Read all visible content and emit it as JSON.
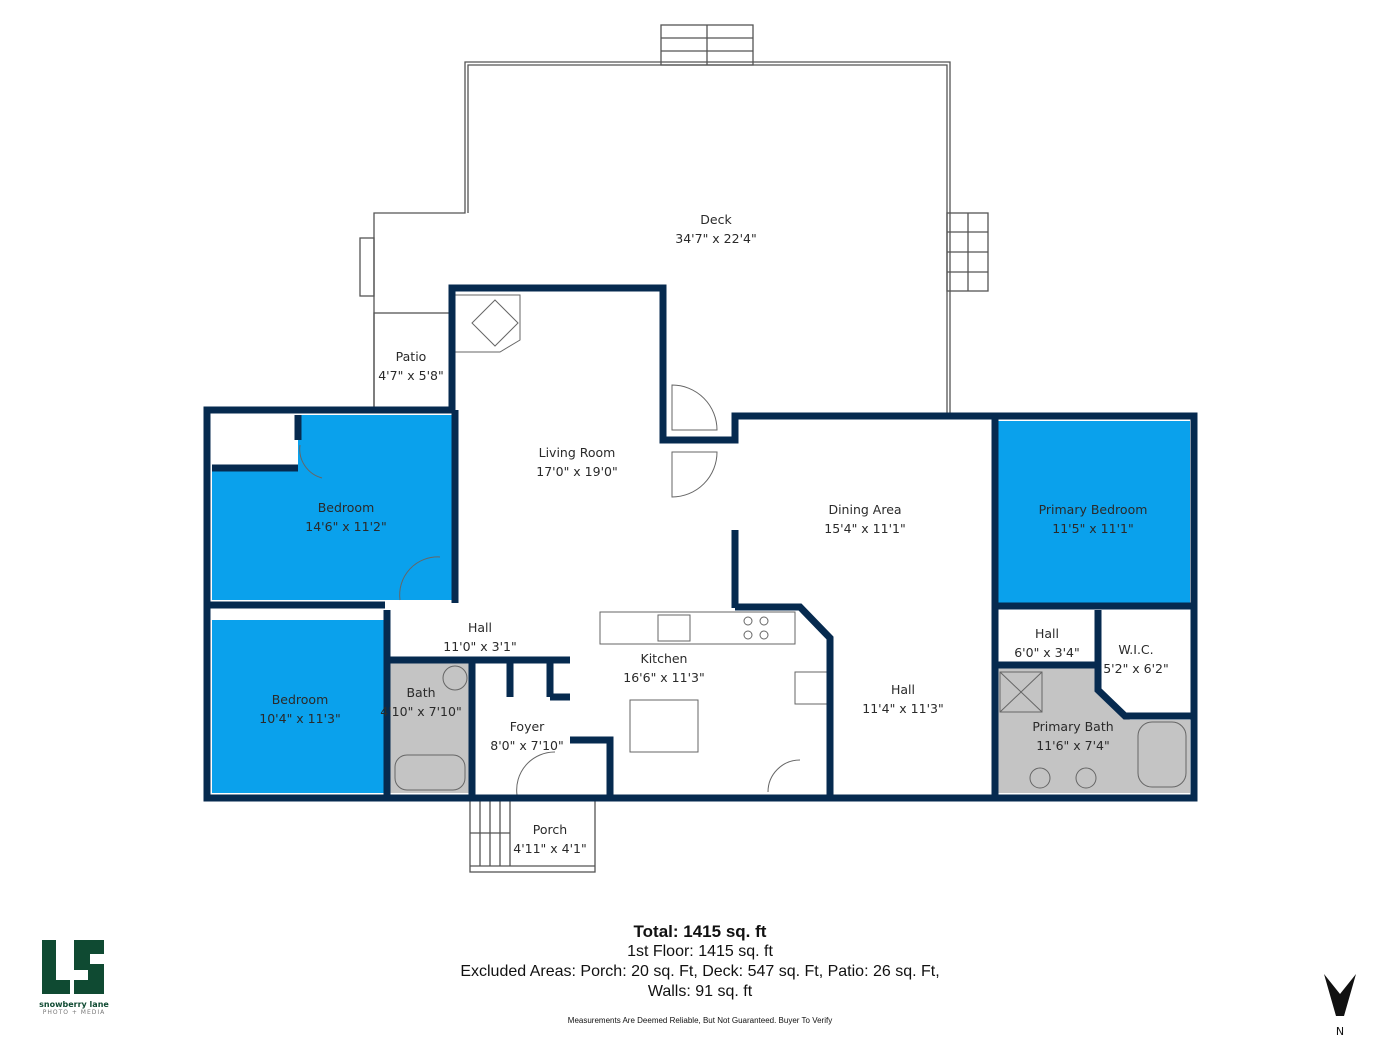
{
  "colors": {
    "wall": "#062a4f",
    "bedroom_fill": "#0aa1ec",
    "bath_fill": "#c4c4c4",
    "logo": "#0f4a32"
  },
  "rooms": [
    {
      "name": "Deck",
      "dims": "34'7\" x 22'4\""
    },
    {
      "name": "Patio",
      "dims": "4'7\" x 5'8\""
    },
    {
      "name": "Living Room",
      "dims": "17'0\" x 19'0\""
    },
    {
      "name": "Bedroom",
      "dims": "14'6\" x 11'2\""
    },
    {
      "name": "Dining Area",
      "dims": "15'4\" x 11'1\""
    },
    {
      "name": "Primary Bedroom",
      "dims": "11'5\" x 11'1\""
    },
    {
      "name": "Hall",
      "dims": "11'0\" x 3'1\""
    },
    {
      "name": "Kitchen",
      "dims": "16'6\" x 11'3\""
    },
    {
      "name": "Bedroom",
      "dims": "10'4\" x 11'3\""
    },
    {
      "name": "Bath",
      "dims": "4'10\" x 7'10\""
    },
    {
      "name": "Foyer",
      "dims": "8'0\" x 7'10\""
    },
    {
      "name": "Hall",
      "dims": "11'4\" x 11'3\""
    },
    {
      "name": "Hall",
      "dims": "6'0\" x 3'4\""
    },
    {
      "name": "W.I.C.",
      "dims": "5'2\" x 6'2\""
    },
    {
      "name": "Primary Bath",
      "dims": "11'6\" x 7'4\""
    },
    {
      "name": "Porch",
      "dims": "4'11\" x 4'1\""
    }
  ],
  "summary": {
    "total": "Total: 1415 sq. ft",
    "floor": "1st Floor: 1415 sq. ft",
    "excluded": "Excluded Areas: Porch: 20 sq. Ft, Deck: 547 sq. Ft, Patio: 26 sq. Ft,",
    "walls": "Walls: 91 sq. ft",
    "disclaimer": "Measurements Are Deemed Reliable, But Not Guaranteed. Buyer To Verify"
  },
  "logo": {
    "name": "snowberry lane",
    "sub": "PHOTO + MEDIA"
  },
  "compass": {
    "label": "N",
    "icon": "north-arrow-icon"
  }
}
